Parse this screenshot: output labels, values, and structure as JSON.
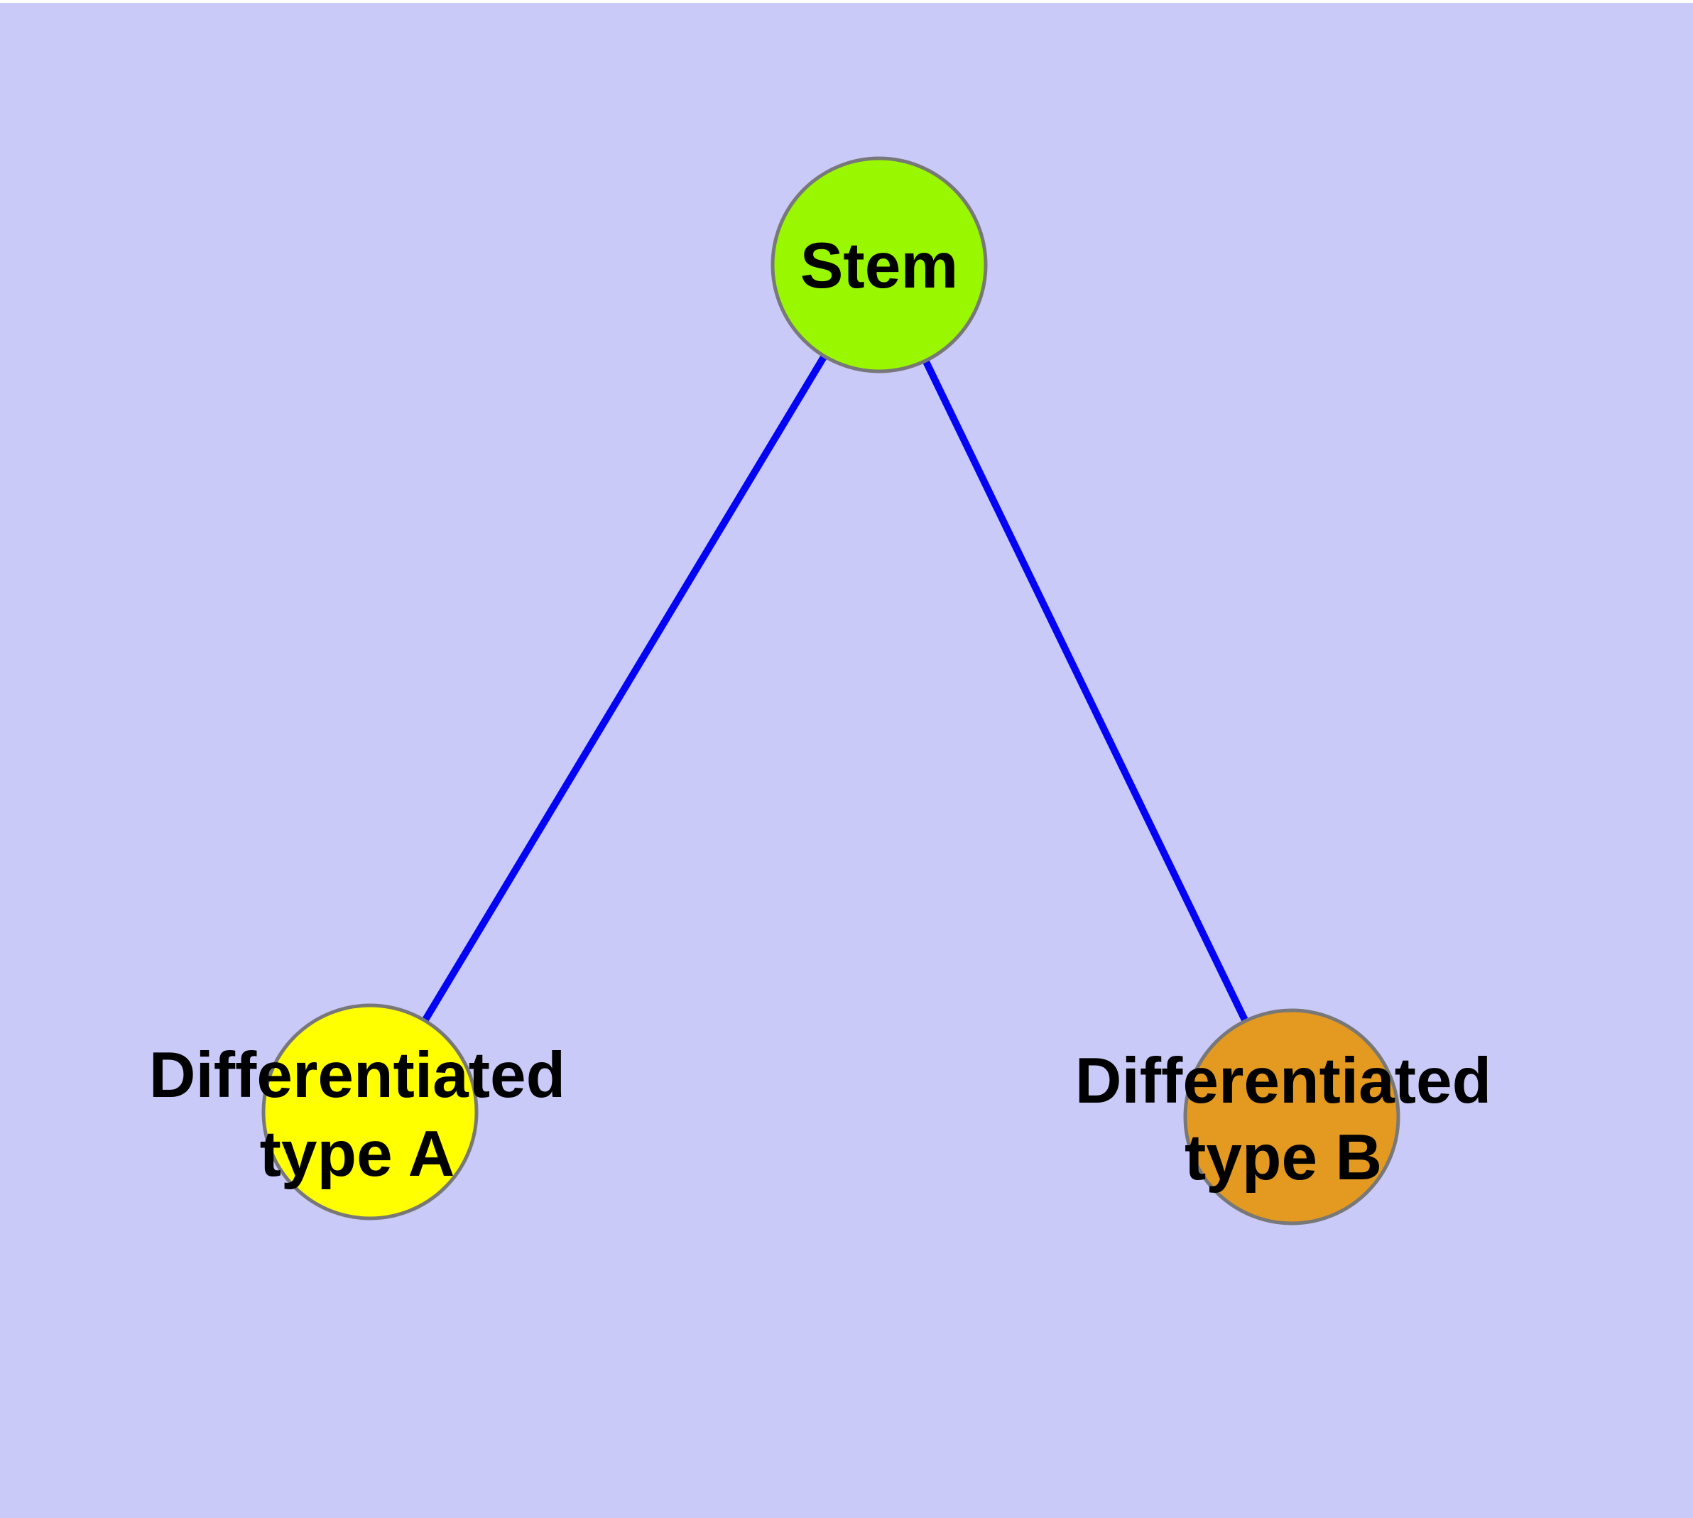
{
  "diagram": {
    "type": "graph",
    "background_color": "#CACAF9",
    "top_margin_color": "#FFFFFF",
    "edge_color": "#0404F4",
    "node_border_color": "#787878",
    "label_color": "#000000",
    "nodes": [
      {
        "id": "stem",
        "label": "Stem",
        "fill_color": "#99F800"
      },
      {
        "id": "type_a",
        "label": "Differentiated type A",
        "label_line1": "Differentiated",
        "label_line2": "type A",
        "fill_color": "#FFFF00"
      },
      {
        "id": "type_b",
        "label": "Differentiated type B",
        "label_line1": "Differentiated",
        "label_line2": "type B",
        "fill_color": "#E49A20"
      }
    ],
    "edges": [
      {
        "from": "stem",
        "to": "type_a"
      },
      {
        "from": "stem",
        "to": "type_b"
      }
    ]
  }
}
